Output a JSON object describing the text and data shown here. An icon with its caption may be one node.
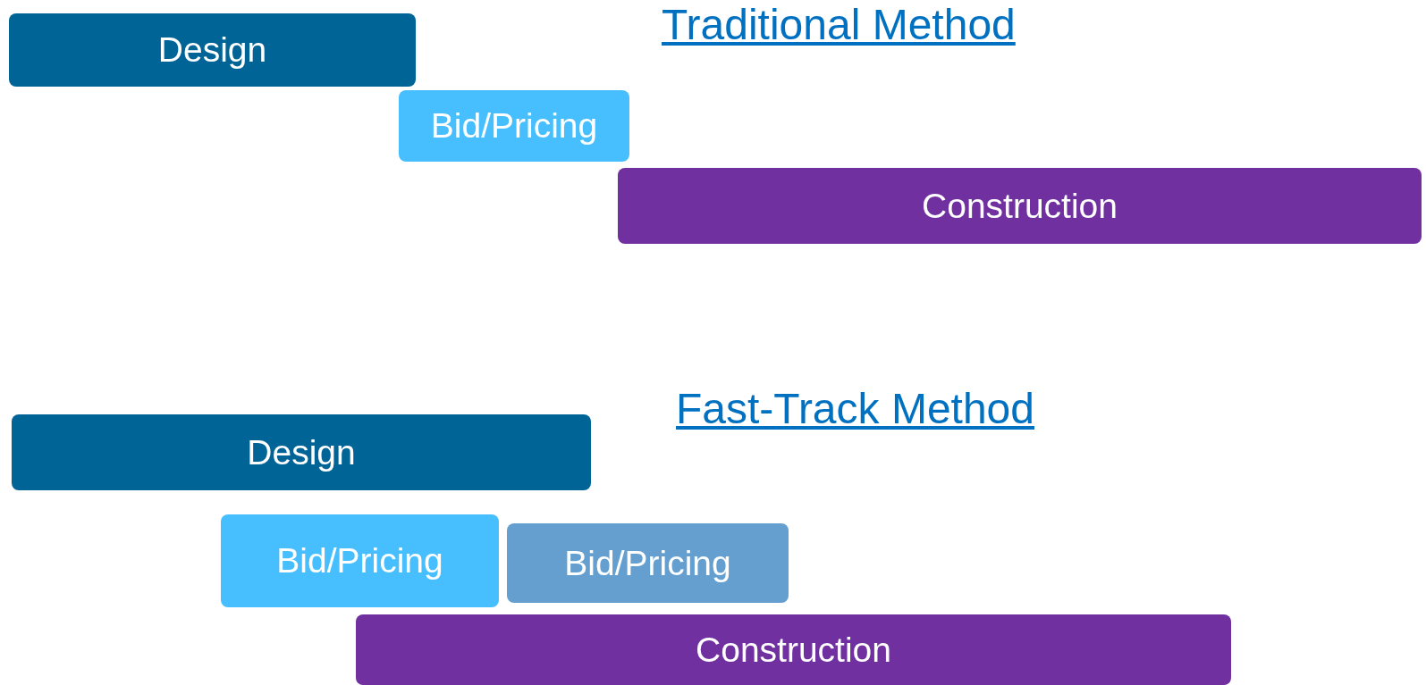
{
  "diagram": {
    "nodes": [
      {
        "text": [
          "Design"
        ]
      },
      {
        "text": [
          "Bid/Pricing"
        ]
      },
      {
        "text": [
          "Construction"
        ]
      },
      {
        "text": [
          "Design"
        ]
      },
      {
        "text": [
          "Bid/Pricing"
        ]
      },
      {
        "text": [
          "Bid/Pricing"
        ]
      },
      {
        "text": [
          "Construction"
        ]
      }
    ],
    "labels": [
      "Traditional Method",
      "Fast-Track Method"
    ]
  }
}
